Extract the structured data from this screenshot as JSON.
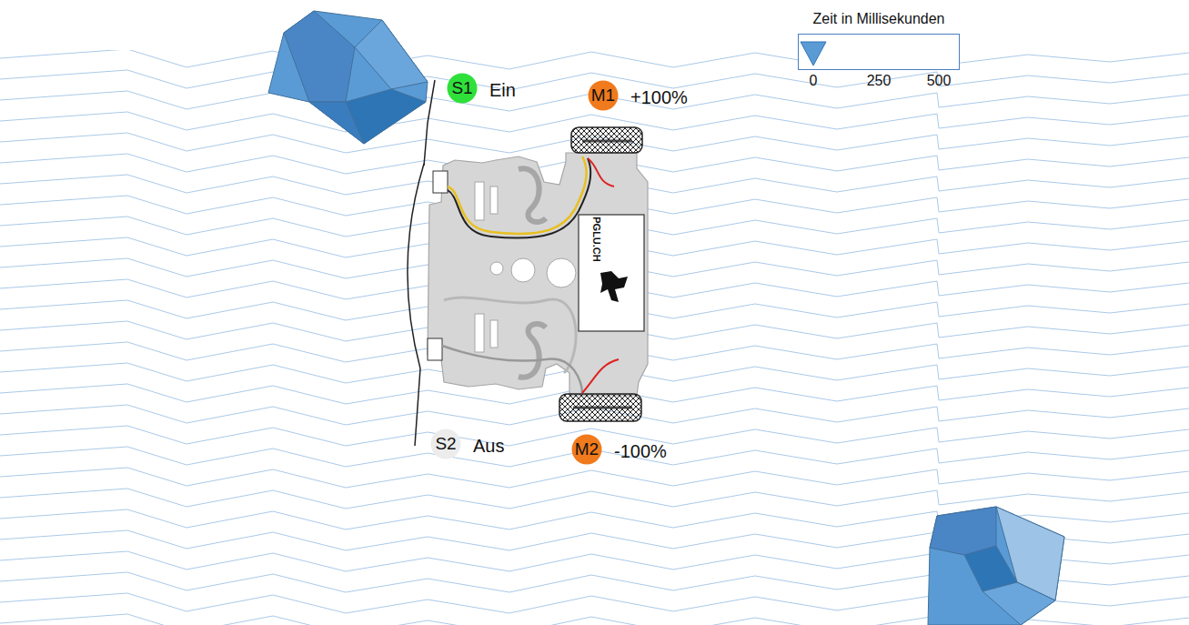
{
  "diagram": {
    "nodes": [
      {
        "text": [
          "Zeit in Millisekunden"
        ]
      },
      {
        "text": [
          "S1",
          "Ein"
        ]
      },
      {
        "text": [
          "M1",
          "+100%"
        ]
      },
      {
        "text": [
          "S2",
          "Aus"
        ]
      },
      {
        "text": [
          "M2",
          "-100%"
        ]
      }
    ],
    "labels": [
      "0",
      "250",
      "500",
      "PGLU.CH"
    ]
  }
}
